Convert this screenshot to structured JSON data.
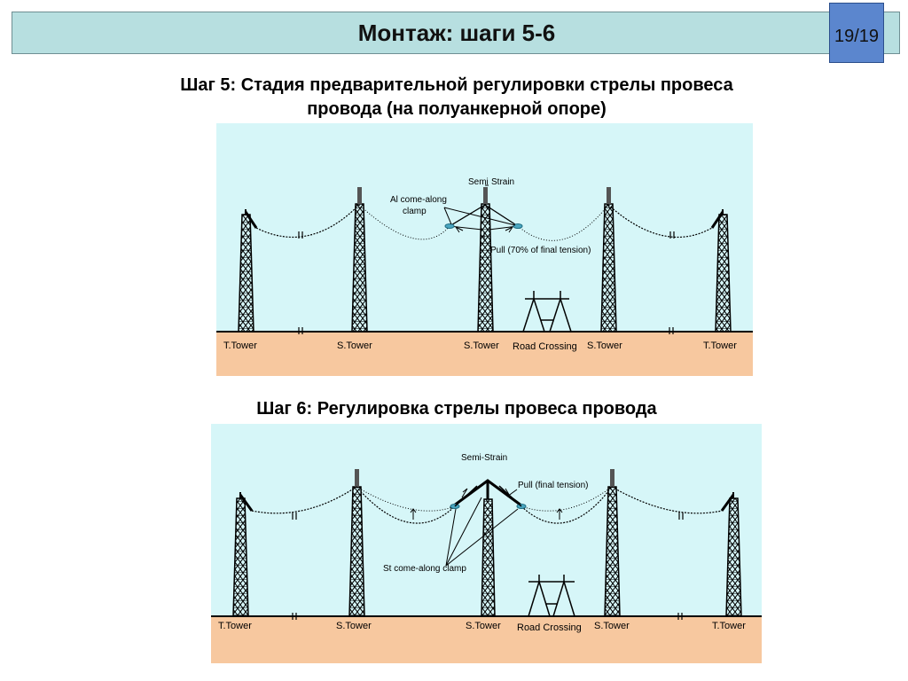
{
  "header": {
    "title": "Монтаж: шаги 5-6",
    "page": "19/19"
  },
  "step5": {
    "title_line1": "Шаг 5: Стадия предварительной регулировки стрелы провеса",
    "title_line2": "провода (на полуанкерной опоре)",
    "towers": [
      "T.Tower",
      "S.Tower",
      "S.Tower",
      "S.Tower",
      "T.Tower"
    ],
    "road_crossing": "Road Crossing",
    "semi_label": "Semi",
    "strain_label": "Strain",
    "clamp_line1": "Al come-along",
    "clamp_line2": "clamp",
    "pull_label": "Pull (70% of final tension)"
  },
  "step6": {
    "title": "Шаг 6: Регулировка стрелы провеса провода",
    "towers": [
      "T.Tower",
      "S.Tower",
      "S.Tower",
      "S.Tower",
      "T.Tower"
    ],
    "road_crossing": "Road Crossing",
    "semi_strain_label": "Semi-Strain",
    "pull_label": "Pull (final tension)",
    "clamp_label": "St come-along clamp"
  },
  "colors": {
    "sky": "#d6f6f8",
    "ground": "#f7c89f",
    "title_bar": "#b7dfe0",
    "page_box": "#5b86ce",
    "clamp": "#4aa6c0"
  }
}
